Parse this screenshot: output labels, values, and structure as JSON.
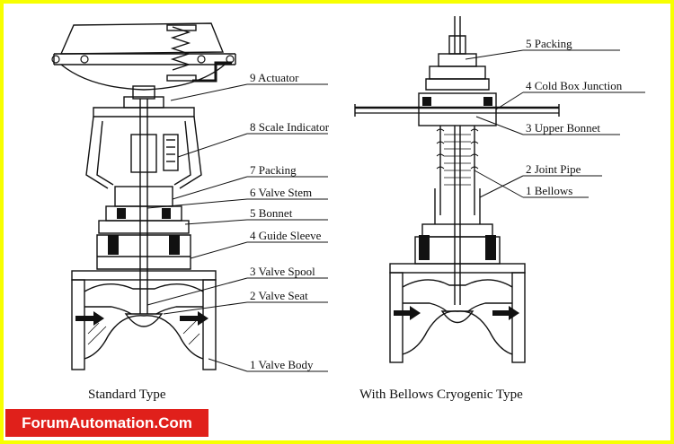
{
  "standard": {
    "caption": "Standard Type",
    "labels": [
      "9 Actuator",
      "8 Scale Indicator",
      "7 Packing",
      "6 Valve Stem",
      "5 Bonnet",
      "4 Guide Sleeve",
      "3 Valve Spool",
      "2 Valve Seat",
      "1 Valve Body"
    ]
  },
  "cryogenic": {
    "caption": "With Bellows Cryogenic Type",
    "labels": [
      "5 Packing",
      "4 Cold Box Junction",
      "3 Upper Bonnet",
      "2 Joint Pipe",
      "1 Bellows"
    ]
  },
  "brand": {
    "text": "ForumAutomation.Com",
    "bg": "#e0201b"
  },
  "colors": {
    "border": "#f7ff00",
    "ink": "#111111"
  }
}
